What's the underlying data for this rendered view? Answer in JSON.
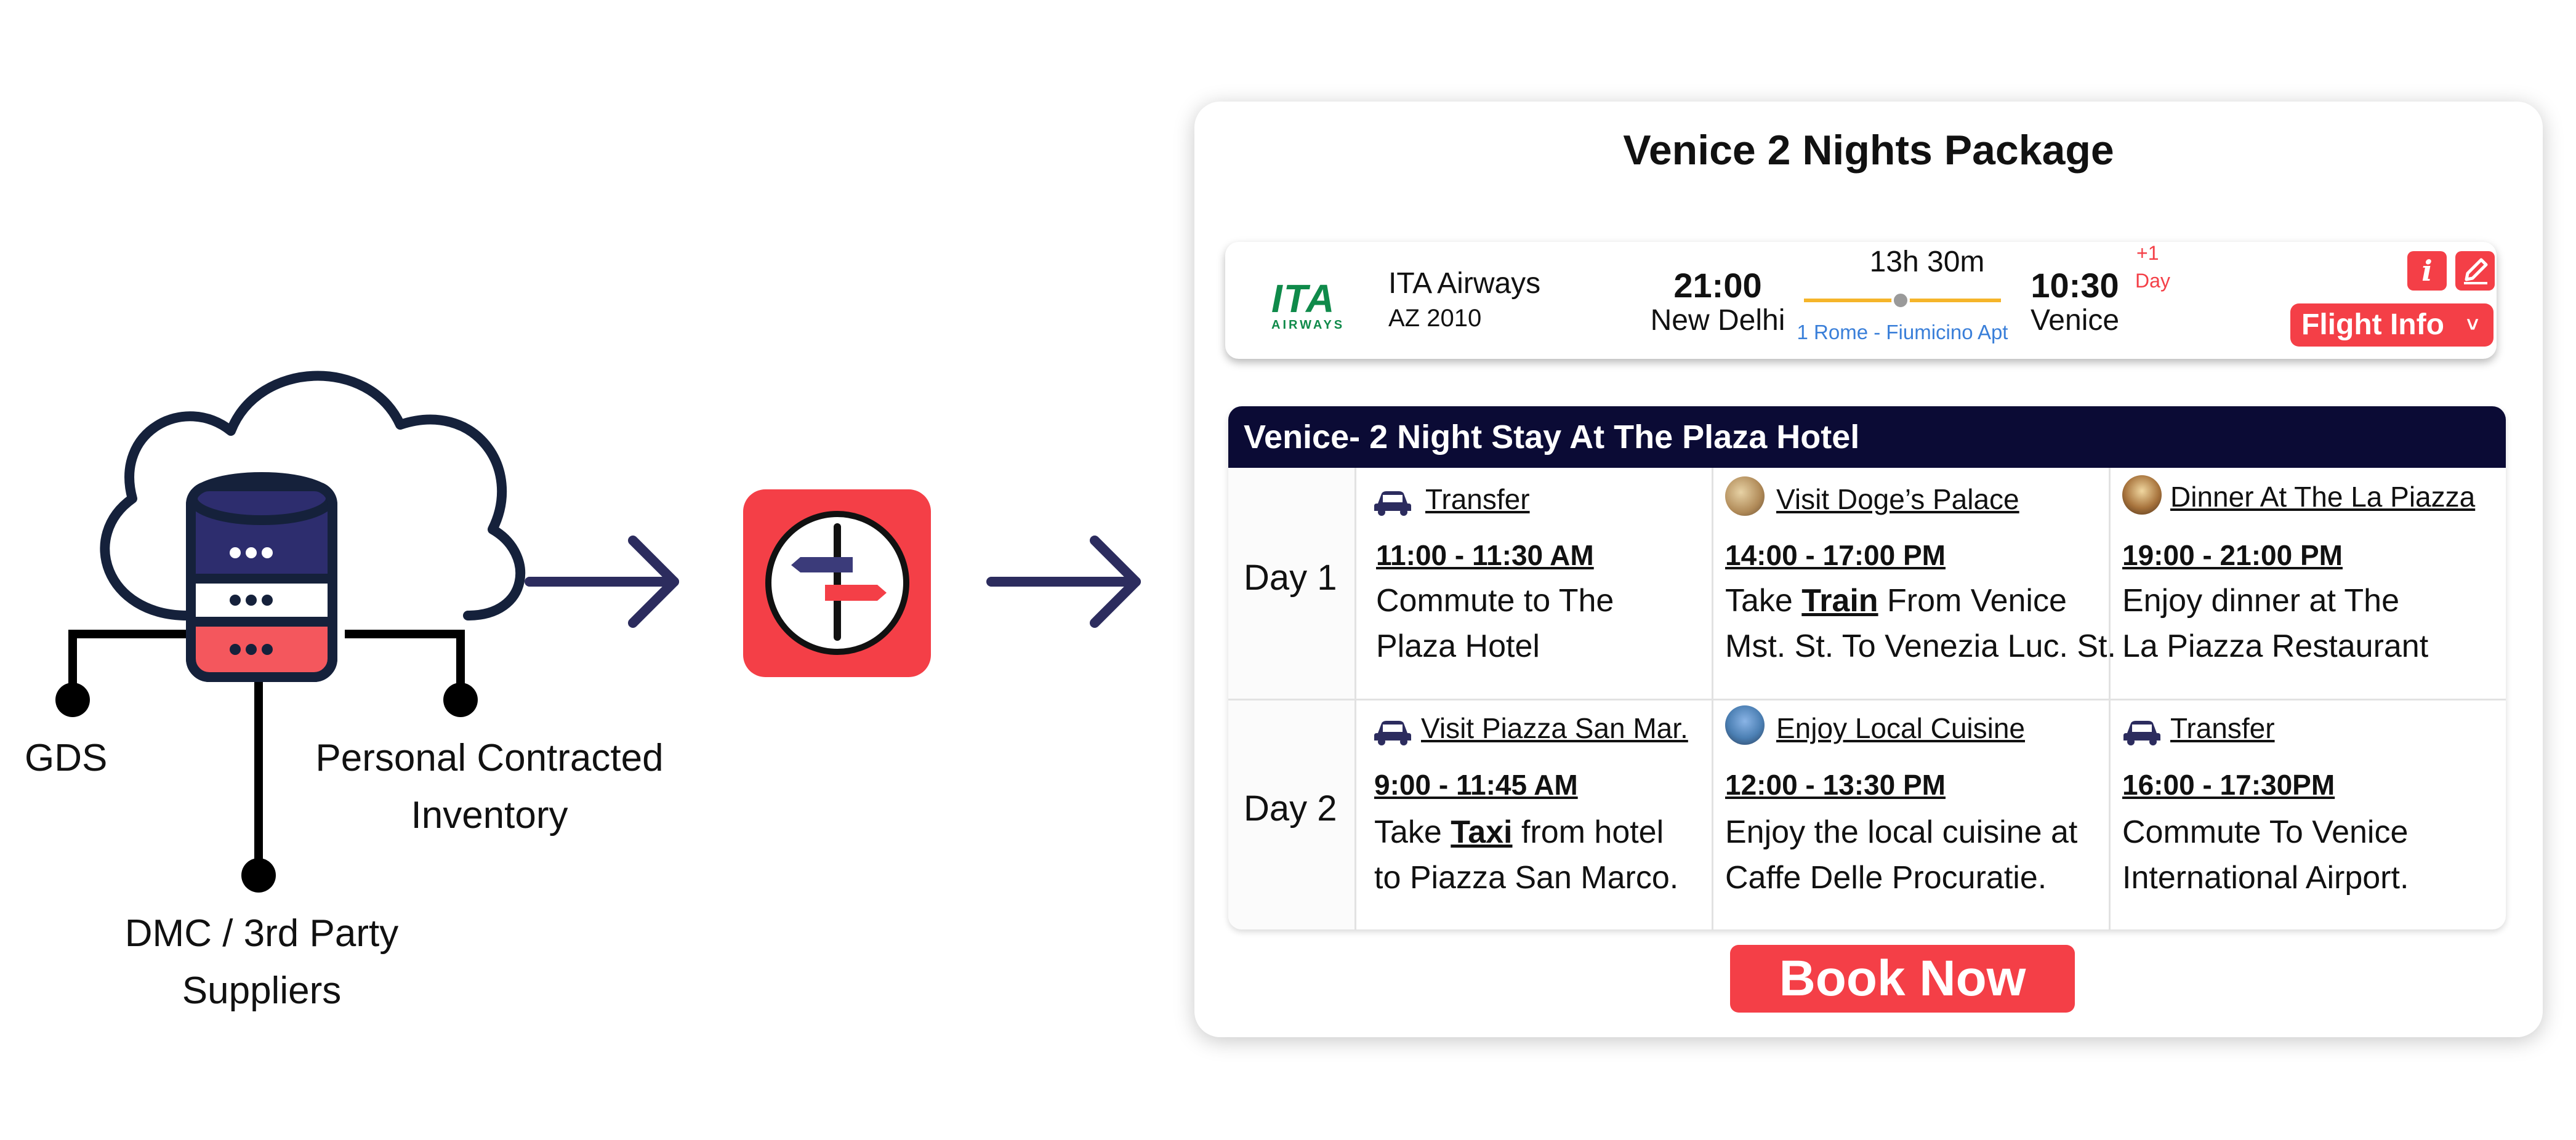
{
  "sources": {
    "gds": "GDS",
    "personal_line1": "Personal Contracted",
    "personal_line2": "Inventory",
    "dmc_line1": "DMC / 3rd Party",
    "dmc_line2": "Suppliers"
  },
  "colors": {
    "navy": "#2c2c5e",
    "brand_red": "#f43f47",
    "header_bg": "#0b0b35",
    "track_orange": "#f5b52a",
    "airport_blue": "#3a7fd9"
  },
  "package": {
    "title": "Venice 2 Nights Package",
    "flight": {
      "airline_logo_text": "ITA",
      "airline_logo_sub": "AIRWAYS",
      "airline_name": "ITA Airways",
      "flight_no": "AZ 2010",
      "depart_time": "21:00",
      "depart_city": "New Delhi",
      "duration": "13h 30m",
      "via_airport": "1 Rome - Fiumicino Apt",
      "arrive_time": "10:30",
      "arrive_city": "Venice",
      "day_offset_plus": "+1",
      "day_offset_word": "Day",
      "info_icon": "i",
      "flight_info_label": "Flight Info",
      "flight_info_chevron": "˅"
    },
    "stay_title": "Venice- 2 Night Stay At The Plaza Hotel",
    "days": [
      {
        "label": "Day 1",
        "activities": [
          {
            "icon": "car-icon",
            "title": "Transfer",
            "time": "11:00 - 11:30 AM",
            "desc1": "Commute to The",
            "desc2": "Plaza Hotel"
          },
          {
            "icon": "palace-thumb",
            "title": "Visit Doge’s Palace",
            "time": "14:00 - 17:00 PM",
            "desc1_pre": "Take ",
            "desc1_bold": "Train",
            "desc1_post": " From Venice",
            "desc2": "Mst. St. To Venezia Luc. St."
          },
          {
            "icon": "restaurant-thumb",
            "title": "Dinner At The La Piazza",
            "time": "19:00 - 21:00 PM",
            "desc1": "Enjoy dinner at The",
            "desc2": "La Piazza Restaurant"
          }
        ]
      },
      {
        "label": "Day 2",
        "activities": [
          {
            "icon": "car-icon",
            "title": "Visit Piazza San Mar.",
            "time": "9:00 - 11:45 AM",
            "desc1_pre": "Take ",
            "desc1_bold": "Taxi",
            "desc1_post": " from hotel",
            "desc2": "to Piazza San Marco."
          },
          {
            "icon": "cuisine-thumb",
            "title": "Enjoy Local Cuisine",
            "time": "12:00 - 13:30 PM",
            "desc1": "Enjoy the local cuisine at",
            "desc2": "Caffe Delle Procuratie."
          },
          {
            "icon": "car-icon",
            "title": "Transfer",
            "time": "16:00 - 17:30PM",
            "desc1": "Commute To Venice",
            "desc2": "International Airport."
          }
        ]
      }
    ],
    "book_label": "Book Now"
  }
}
